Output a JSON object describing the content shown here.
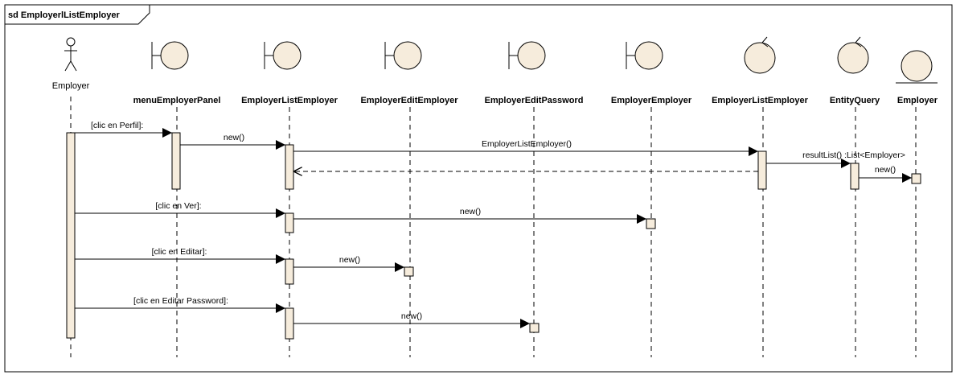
{
  "frame": {
    "title": "sd EmployerlListEmployer"
  },
  "lifelines": [
    {
      "id": "employer_actor",
      "label": "Employer",
      "kind": "actor"
    },
    {
      "id": "menuEmployerPanel",
      "label": "menuEmployerPanel",
      "kind": "boundary"
    },
    {
      "id": "EmployerListEmployer_b",
      "label": "EmployerListEmployer",
      "kind": "boundary"
    },
    {
      "id": "EmployerEditEmployer",
      "label": "EmployerEditEmployer",
      "kind": "boundary"
    },
    {
      "id": "EmployerEditPassword",
      "label": "EmployerEditPassword",
      "kind": "boundary"
    },
    {
      "id": "EmployerEmployer",
      "label": "EmployerEmployer",
      "kind": "boundary"
    },
    {
      "id": "EmployerListEmployer_c",
      "label": "EmployerListEmployer",
      "kind": "control"
    },
    {
      "id": "EntityQuery",
      "label": "EntityQuery",
      "kind": "control"
    },
    {
      "id": "Employer_entity",
      "label": "Employer",
      "kind": "entity"
    }
  ],
  "messages": [
    {
      "label": "[clic en Perfil]:",
      "from": "employer_actor",
      "to": "menuEmployerPanel",
      "style": "sync"
    },
    {
      "label": "new()",
      "from": "menuEmployerPanel",
      "to": "EmployerListEmployer_b",
      "style": "sync"
    },
    {
      "label": "EmployerListEmployer()",
      "from": "EmployerListEmployer_b",
      "to": "EmployerListEmployer_c",
      "style": "sync"
    },
    {
      "label": "resultList() :List<Employer>",
      "from": "EmployerListEmployer_c",
      "to": "EntityQuery",
      "style": "sync"
    },
    {
      "label": "new()",
      "from": "EntityQuery",
      "to": "Employer_entity",
      "style": "sync"
    },
    {
      "label": "",
      "from": "EmployerListEmployer_c",
      "to": "EmployerListEmployer_b",
      "style": "return"
    },
    {
      "label": "[clic en Ver]:",
      "from": "employer_actor",
      "to": "EmployerListEmployer_b",
      "style": "sync"
    },
    {
      "label": "new()",
      "from": "EmployerListEmployer_b",
      "to": "EmployerEmployer",
      "style": "sync"
    },
    {
      "label": "[clic en Editar]:",
      "from": "employer_actor",
      "to": "EmployerListEmployer_b",
      "style": "sync"
    },
    {
      "label": "new()",
      "from": "EmployerListEmployer_b",
      "to": "EmployerEditEmployer",
      "style": "sync"
    },
    {
      "label": "[clic en Editar Password]:",
      "from": "employer_actor",
      "to": "EmployerListEmployer_b",
      "style": "sync"
    },
    {
      "label": "new()",
      "from": "EmployerListEmployer_b",
      "to": "EmployerEditPassword",
      "style": "sync"
    }
  ],
  "colors": {
    "activation_fill": "#f6ecdc",
    "head_fill": "#f6ecdc",
    "line": "#000000",
    "background": "#ffffff"
  }
}
